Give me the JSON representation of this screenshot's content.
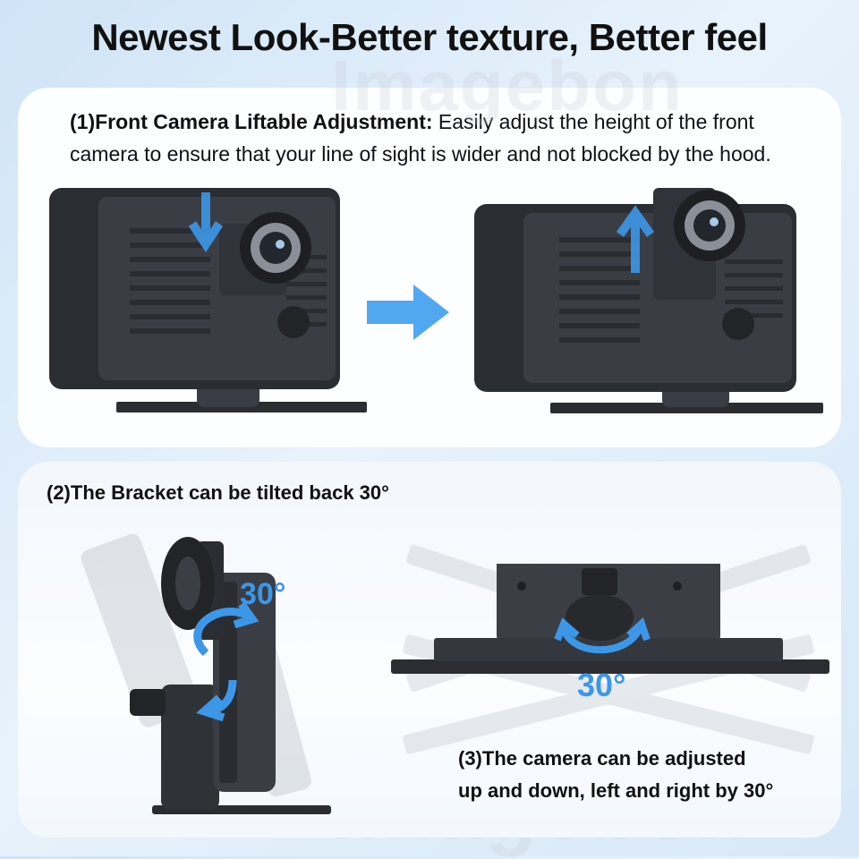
{
  "title": "Newest Look-Better texture, Better feel",
  "section1": {
    "heading": "(1)Front Camera Liftable Adjustment:",
    "body": " Easily adjust the height of the front camera to ensure that your line of sight is wider and not blocked by the hood."
  },
  "section2": {
    "heading": "(2)The Bracket can be tilted back 30°",
    "angle_label": "30°"
  },
  "section3": {
    "line1": "(3)The camera can be adjusted",
    "line2": "up and down, left and right by 30°",
    "angle_label": "30°"
  },
  "watermark": "Imagebon",
  "colors": {
    "arrow_blue": "#3d97e8",
    "device_dark": "#2c2f35",
    "panel_bg": "#fdfeff"
  },
  "icons": [
    "down-arrow-icon",
    "right-arrow-icon",
    "up-arrow-icon",
    "rotate-arrow-icon",
    "swivel-arrow-icon"
  ]
}
